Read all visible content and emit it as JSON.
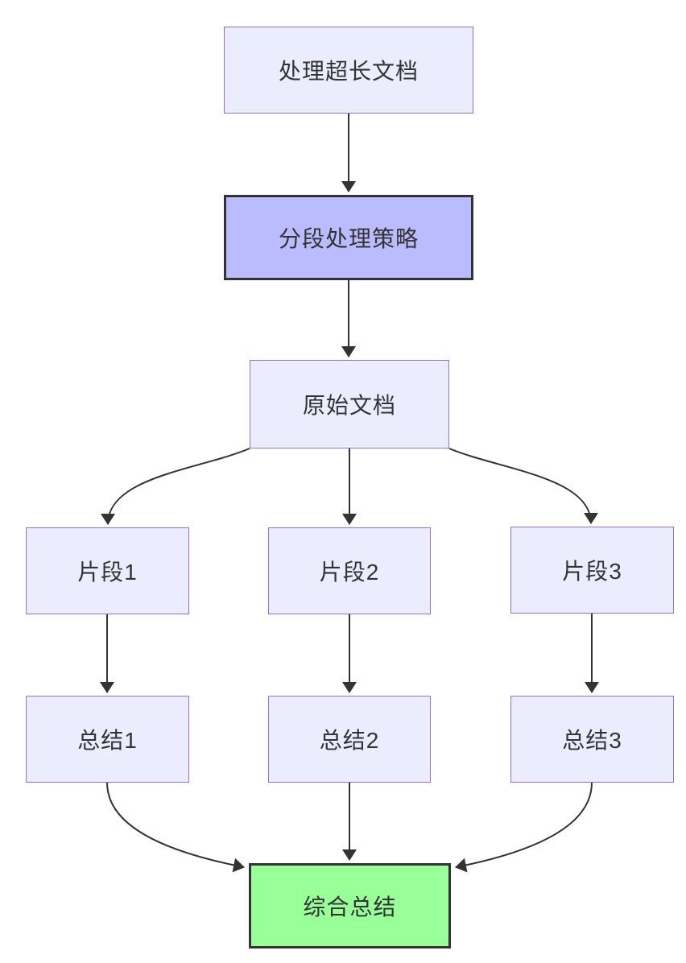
{
  "diagram": {
    "type": "flowchart",
    "direction": "top-down",
    "background_color": "#ffffff",
    "colors": {
      "node_fill_default": "#ececff",
      "node_border_default": "#9370db",
      "node_fill_strategy": "#bbbbff",
      "node_fill_final": "#99ff99",
      "node_border_emphasis": "#333333",
      "edge_color": "#333333",
      "text_color": "#333333"
    },
    "nodes": [
      {
        "id": "A",
        "label": "处理超长文档",
        "style": "default"
      },
      {
        "id": "B",
        "label": "分段处理策略",
        "style": "strategy-highlight"
      },
      {
        "id": "C",
        "label": "原始文档",
        "style": "default"
      },
      {
        "id": "P1",
        "label": "片段1",
        "style": "default"
      },
      {
        "id": "P2",
        "label": "片段2",
        "style": "default"
      },
      {
        "id": "P3",
        "label": "片段3",
        "style": "default"
      },
      {
        "id": "S1",
        "label": "总结1",
        "style": "default"
      },
      {
        "id": "S2",
        "label": "总结2",
        "style": "default"
      },
      {
        "id": "S3",
        "label": "总结3",
        "style": "default"
      },
      {
        "id": "G",
        "label": "综合总结",
        "style": "final-highlight"
      }
    ],
    "edges": [
      {
        "from": "A",
        "to": "B"
      },
      {
        "from": "B",
        "to": "C"
      },
      {
        "from": "C",
        "to": "P1"
      },
      {
        "from": "C",
        "to": "P2"
      },
      {
        "from": "C",
        "to": "P3"
      },
      {
        "from": "P1",
        "to": "S1"
      },
      {
        "from": "P2",
        "to": "S2"
      },
      {
        "from": "P3",
        "to": "S3"
      },
      {
        "from": "S1",
        "to": "G"
      },
      {
        "from": "S2",
        "to": "G"
      },
      {
        "from": "S3",
        "to": "G"
      }
    ]
  }
}
